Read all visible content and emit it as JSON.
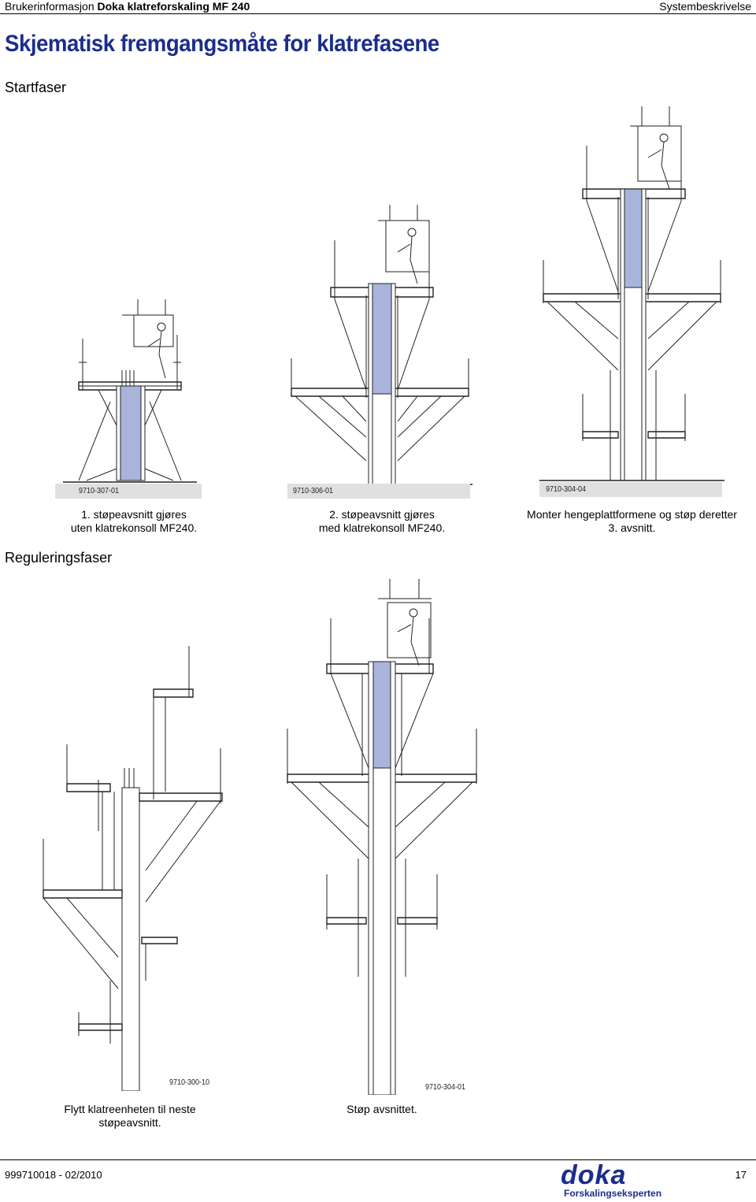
{
  "header": {
    "left_prefix": "Brukerinformasjon",
    "left_product": "Doka klatreforskaling MF 240",
    "right": "Systembeskrivelse"
  },
  "title": "Skjematisk fremgangsmåte for klatrefasene",
  "sections": {
    "start": "Startfaser",
    "adjust": "Reguleringsfaser"
  },
  "figures": [
    {
      "code": "9710-307-01",
      "caption_l1": "1. støpeavsnitt gjøres",
      "caption_l2": "uten klatrekonsoll MF240."
    },
    {
      "code": "9710-306-01",
      "caption_l1": "2. støpeavsnitt gjøres",
      "caption_l2": "med klatrekonsoll MF240."
    },
    {
      "code": "9710-304-04",
      "caption_l1": "Monter hengeplattformene og støp deretter",
      "caption_l2": "3. avsnitt."
    },
    {
      "code": "9710-300-10",
      "caption_l1": "Flytt klatreenheten til neste",
      "caption_l2": "støpeavsnitt."
    },
    {
      "code": "9710-304-01",
      "caption_l1": "Støp avsnittet.",
      "caption_l2": ""
    }
  ],
  "footer": {
    "doc_number": "999710018  - 02/2010",
    "logo_word": "doka",
    "logo_tagline": "Forskalingseksperten",
    "page": "17"
  },
  "colors": {
    "title_blue": "#1b2d8c",
    "concrete_fill": "#a9b4dc",
    "wall": "#ffffff",
    "code_bar": "#e0e0e0"
  }
}
